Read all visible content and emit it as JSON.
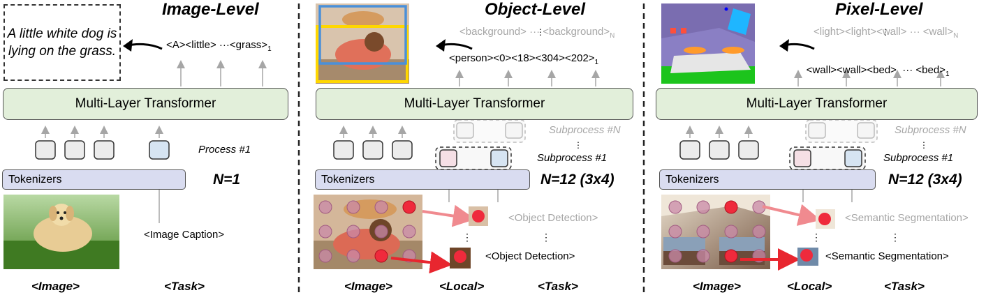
{
  "panels": [
    {
      "title": "Image-Level",
      "caption_text": "A little white dog is lying on the grass.",
      "output_tokens": "<A><little> ···<grass>",
      "output_sub": "1",
      "transformer": "Multi-Layer Transformer",
      "tokenizer": "Tokenizers",
      "process_label": "Process #1",
      "n_label": "N=1",
      "task_text": "<Image Caption>",
      "footer": [
        "<Image>",
        "<Task>"
      ]
    },
    {
      "title": "Object-Level",
      "output_gray": "<background> ··· <background>",
      "output_gray_sub": "N",
      "output_tokens": "<person><0><18><304><202>",
      "output_sub": "1",
      "transformer": "Multi-Layer Transformer",
      "tokenizer": "Tokenizers",
      "subprocess_n": "Subprocess #N",
      "subprocess_1": "Subprocess #1",
      "n_label": "N=12 (3x4)",
      "task_gray": "<Object Detection>",
      "task_text": "<Object Detection>",
      "footer": [
        "<Image>",
        "<Local>",
        "<Task>"
      ]
    },
    {
      "title": "Pixel-Level",
      "output_gray": "<light><light><wall> ··· <wall>",
      "output_gray_sub": "N",
      "output_tokens": "<wall><wall><bed>  ··· <bed>",
      "output_sub": "1",
      "transformer": "Multi-Layer Transformer",
      "tokenizer": "Tokenizers",
      "subprocess_n": "Subprocess #N",
      "subprocess_1": "Subprocess #1",
      "n_label": "N=12 (3x4)",
      "task_gray": "<Semantic Segmentation>",
      "task_text": "<Semantic Segmentation>",
      "footer": [
        "<Image>",
        "<Local>",
        "<Task>"
      ]
    }
  ],
  "colors": {
    "transformer_fill": "#e2efda",
    "tokenizer_fill": "#d9dcf0",
    "token_box_fill": "#ececec",
    "query_box_fill": "#d6e4f2",
    "local_box_fill": "#f5dfe5",
    "point_red": "#ef2a3c",
    "point_pink": "#c98aa8"
  }
}
